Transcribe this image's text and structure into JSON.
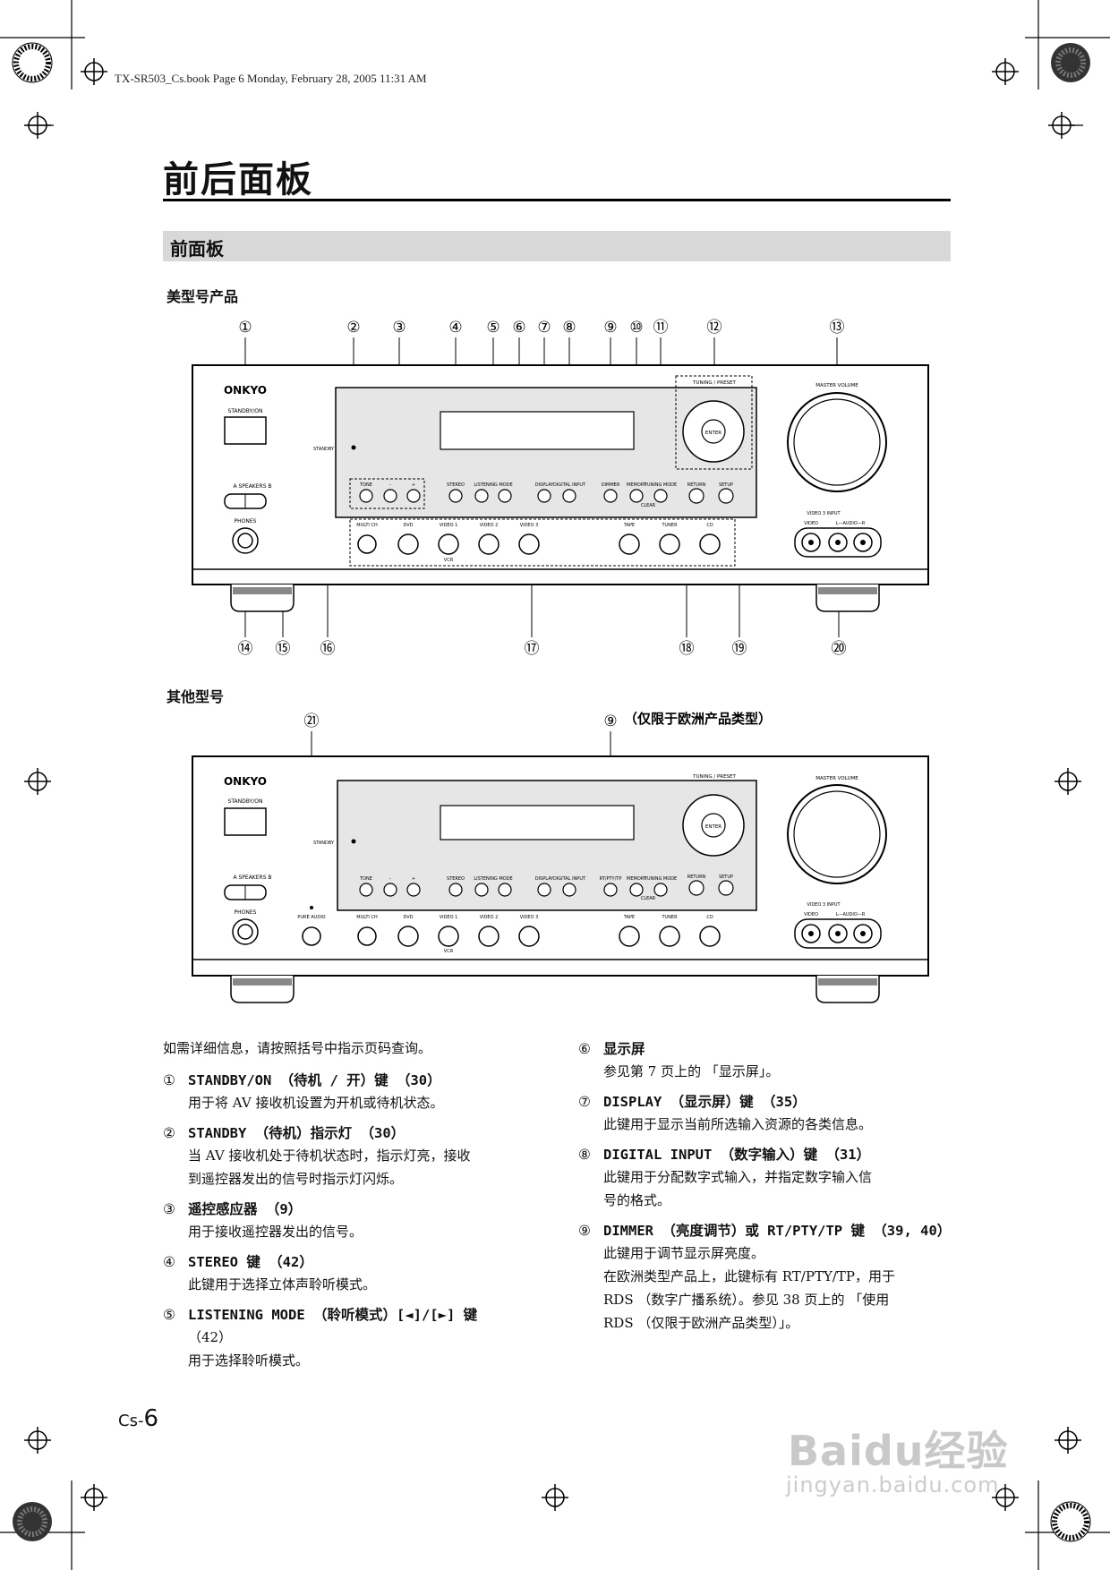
{
  "header": {
    "bookline": "TX-SR503_Cs.book  Page 6  Monday, February 28, 2005  11:31 AM",
    "page_title": "前后面板",
    "section_title": "前面板",
    "us_label": "美型号产品",
    "other_label": "其他型号"
  },
  "diagram_us": {
    "callouts": [
      "①",
      "②",
      "③",
      "④",
      "⑤",
      "⑥",
      "⑦",
      "⑧",
      "⑨",
      "⑩",
      "⑪",
      "⑫",
      "⑬",
      "⑭",
      "⑮",
      "⑯",
      "⑰",
      "⑱",
      "⑲",
      "⑳"
    ],
    "brand": "ONKYO",
    "standby_on": "STANDBY/ON",
    "standby": "STANDBY",
    "speakers": "A  SPEAKERS  B",
    "phones": "PHONES",
    "tone": "TONE",
    "minus": "-",
    "plus": "+",
    "stereo": "STEREO",
    "listening_mode": "LISTENING MODE",
    "display": "DISPLAY",
    "digital_input": "DIGITAL INPUT",
    "dimmer": "DIMMER",
    "memory": "MEMORY",
    "tuning_mode": "TUNING MODE",
    "clear": "CLEAR",
    "return": "RETURN",
    "setup": "SETUP",
    "tuning_preset": "TUNING / PRESET",
    "enter": "ENTER",
    "master_volume": "MASTER VOLUME",
    "video3_input": "VIDEO 3 INPUT",
    "video": "VIDEO",
    "audio_lr": "L—AUDIO—R",
    "inputs": [
      "MULTI CH",
      "DVD",
      "VIDEO 1",
      "VIDEO 2",
      "VIDEO 3",
      "TAPE",
      "TUNER",
      "CD"
    ],
    "vcr": "VCR"
  },
  "diagram_other": {
    "callout_21": "㉑",
    "callout_9": "⑨",
    "callout_9_note": "（仅限于欧洲产品类型）",
    "rt_pty_tp": "RT/PTY/TP",
    "pure_audio": "PURE AUDIO"
  },
  "body": {
    "intro": "如需详细信息，请按照括号中指示页码查询。",
    "left_items": [
      {
        "num": "①",
        "head": "STANDBY/ON （待机 / 开）键 （30）",
        "lines": [
          "用于将 AV 接收机设置为开机或待机状态。"
        ]
      },
      {
        "num": "②",
        "head": "STANDBY （待机）指示灯 （30）",
        "lines": [
          "当 AV 接收机处于待机状态时，指示灯亮，接收",
          "到遥控器发出的信号时指示灯闪烁。"
        ]
      },
      {
        "num": "③",
        "head": "遥控感应器 （9）",
        "lines": [
          "用于接收遥控器发出的信号。"
        ]
      },
      {
        "num": "④",
        "head": "STEREO 键 （42）",
        "lines": [
          "此键用于选择立体声聆听模式。"
        ]
      },
      {
        "num": "⑤",
        "head": "LISTENING MODE （聆听模式）[◄]/[►] 键",
        "lines": [
          "（42）",
          "用于选择聆听模式。"
        ]
      }
    ],
    "right_items": [
      {
        "num": "⑥",
        "head": "显示屏",
        "lines": [
          "参见第 7 页上的 「显示屏」。"
        ]
      },
      {
        "num": "⑦",
        "head": "DISPLAY （显示屏）键 （35）",
        "lines": [
          "此键用于显示当前所选输入资源的各类信息。"
        ]
      },
      {
        "num": "⑧",
        "head": "DIGITAL INPUT （数字输入）键 （31）",
        "lines": [
          "此键用于分配数字式输入，并指定数字输入信",
          "号的格式。"
        ]
      },
      {
        "num": "⑨",
        "head": "DIMMER （亮度调节）或 RT/PTY/TP 键 （39, 40）",
        "lines": [
          "此键用于调节显示屏亮度。",
          "在欧洲类型产品上，此键标有 RT/PTY/TP，用于",
          "RDS （数字广播系统）。参见 38 页上的 「使用",
          "RDS （仅限于欧洲产品类型）」。"
        ]
      }
    ]
  },
  "footer": {
    "page_prefix": "Cs-",
    "page_number": "6",
    "watermark": "Baidu经验",
    "watermark_url": "jingyan.baidu.com"
  }
}
